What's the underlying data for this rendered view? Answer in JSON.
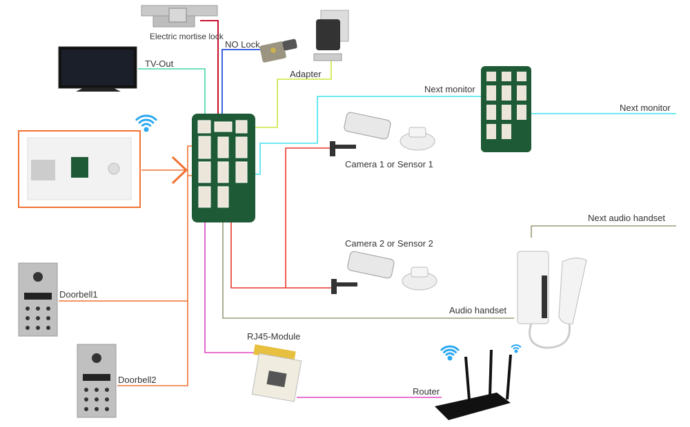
{
  "labels": {
    "electric_mortise_lock": "Electric mortise lock",
    "no_lock": "NO Lock",
    "tv_out": "TV-Out",
    "adapter": "Adapter",
    "next_monitor_1": "Next monitor",
    "next_monitor_2": "Next monitor",
    "camera1": "Camera 1 or Sensor 1",
    "camera2": "Camera 2 or Sensor 2",
    "next_audio_handset": "Next audio handset",
    "audio_handset": "Audio handset",
    "doorbell1": "Doorbell1",
    "doorbell2": "Doorbell2",
    "rj45": "RJ45-Module",
    "router": "Router"
  },
  "colors": {
    "tv_out": "#3fd9a0",
    "mortise": "#c8102e",
    "no_lock": "#3a5fe0",
    "adapter": "#cde43c",
    "monitor": "#3fe0f0",
    "camera": "#e8332a",
    "doorbell": "#f07030",
    "rj45": "#e040c0",
    "audio": "#9a9a78",
    "board": "#1f5a36",
    "wifi": "#2aa8f0"
  }
}
